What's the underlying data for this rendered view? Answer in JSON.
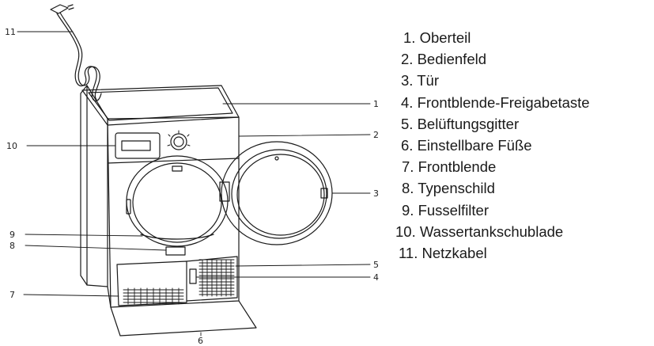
{
  "callouts": [
    "1",
    "2",
    "3",
    "4",
    "5",
    "6",
    "7",
    "8",
    "9",
    "10",
    "11"
  ],
  "legend": [
    "1. Oberteil",
    "2. Bedienfeld",
    "3. Tür",
    "4. Frontblende-Freigabetaste",
    "5. Belüftungsgitter",
    "6. Einstellbare Füße",
    "7. Frontblende",
    "8. Typenschild",
    "9. Fusselfilter",
    "10. Wassertankschublade",
    "11. Netzkabel"
  ]
}
